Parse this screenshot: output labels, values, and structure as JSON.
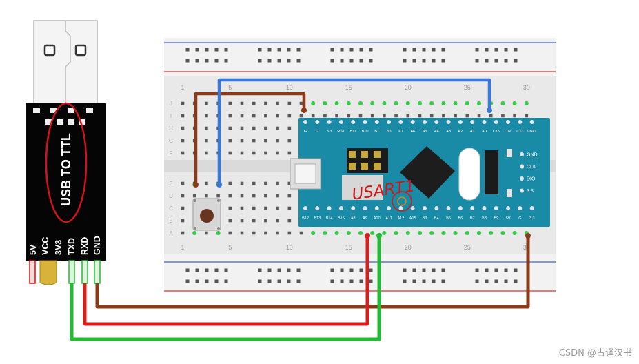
{
  "adapter": {
    "label": "USB TO TTL",
    "pins": [
      "5V",
      "VCC",
      "3V3",
      "TXD",
      "RXD",
      "GND"
    ]
  },
  "breadboard": {
    "column_numbers": [
      "1",
      "5",
      "10",
      "15",
      "20",
      "25",
      "30"
    ],
    "row_letters_top": [
      "J",
      "I",
      "H",
      "G",
      "F"
    ],
    "row_letters_bottom": [
      "E",
      "D",
      "C",
      "B",
      "A"
    ]
  },
  "board": {
    "top_pins": [
      "G",
      "G",
      "3.3",
      "RST",
      "B11",
      "B10",
      "B1",
      "B0",
      "A7",
      "A6",
      "A5",
      "A4",
      "A3",
      "A2",
      "A1",
      "A0",
      "C15",
      "C14",
      "C13",
      "VBAT"
    ],
    "bottom_pins": [
      "B12",
      "B13",
      "B14",
      "B15",
      "A8",
      "A9",
      "A10",
      "A11",
      "A12",
      "A15",
      "B3",
      "B4",
      "B5",
      "B6",
      "B7",
      "B8",
      "B9",
      "5V",
      "G",
      "3.3"
    ],
    "swd_pins": [
      "GND",
      "CLK",
      "DIO",
      "3.3"
    ]
  },
  "annotation": {
    "handwriting": "USART1"
  },
  "wires": {
    "brown": "#8b3a1a",
    "blue": "#3a78d8",
    "red": "#d81f1f",
    "green": "#22bb33",
    "outline": "#d01515"
  },
  "watermark": "CSDN @古译汉书"
}
